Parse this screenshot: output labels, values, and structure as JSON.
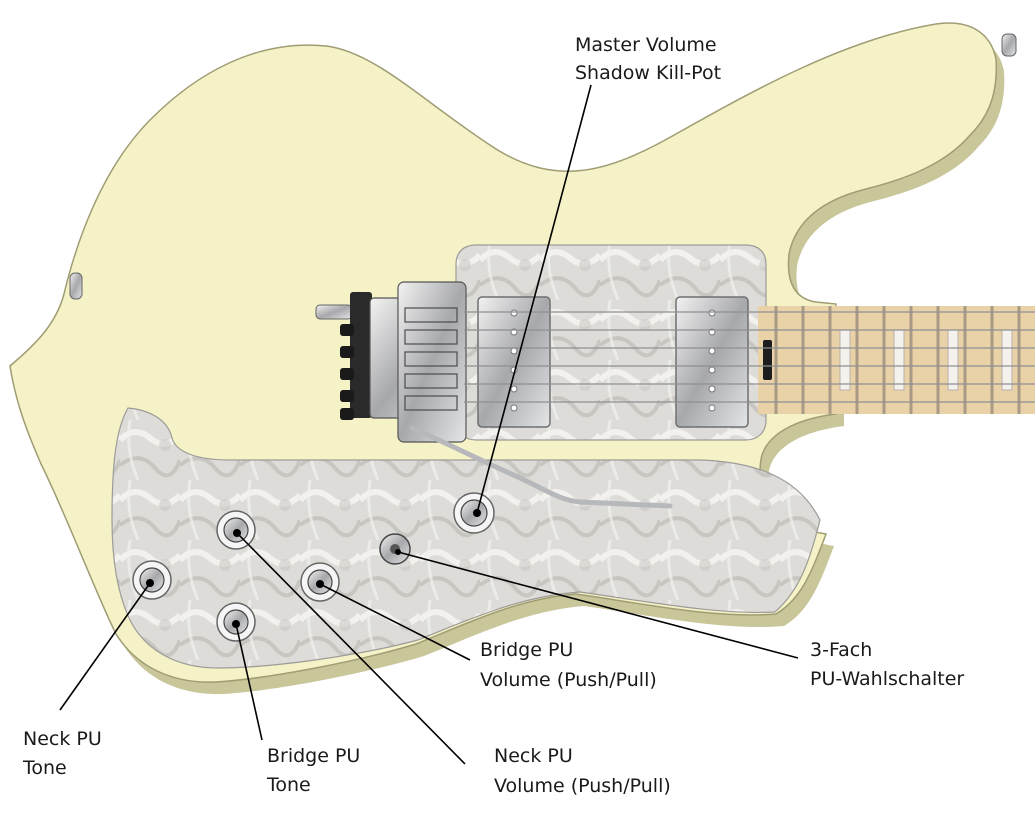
{
  "colors": {
    "body": "#f4f2c6",
    "body_shadow": "#c9c69a",
    "pickguard": "#dcdad6",
    "chrome": "#c8c9cb",
    "fretboard": "#ead2a8",
    "leader_line": "#000000"
  },
  "labels": {
    "master_volume": [
      "Master Volume",
      "Shadow Kill-Pot"
    ],
    "pickup_selector": [
      "3-Fach",
      "PU-Wahlschalter"
    ],
    "bridge_pu_volume": [
      "Bridge PU",
      "Volume (Push/Pull)"
    ],
    "neck_pu_tone": [
      "Neck PU",
      "Tone"
    ],
    "bridge_pu_tone": [
      "Bridge PU",
      "Tone"
    ],
    "neck_pu_volume": [
      "Neck PU",
      "Volume (Push/Pull)"
    ]
  }
}
